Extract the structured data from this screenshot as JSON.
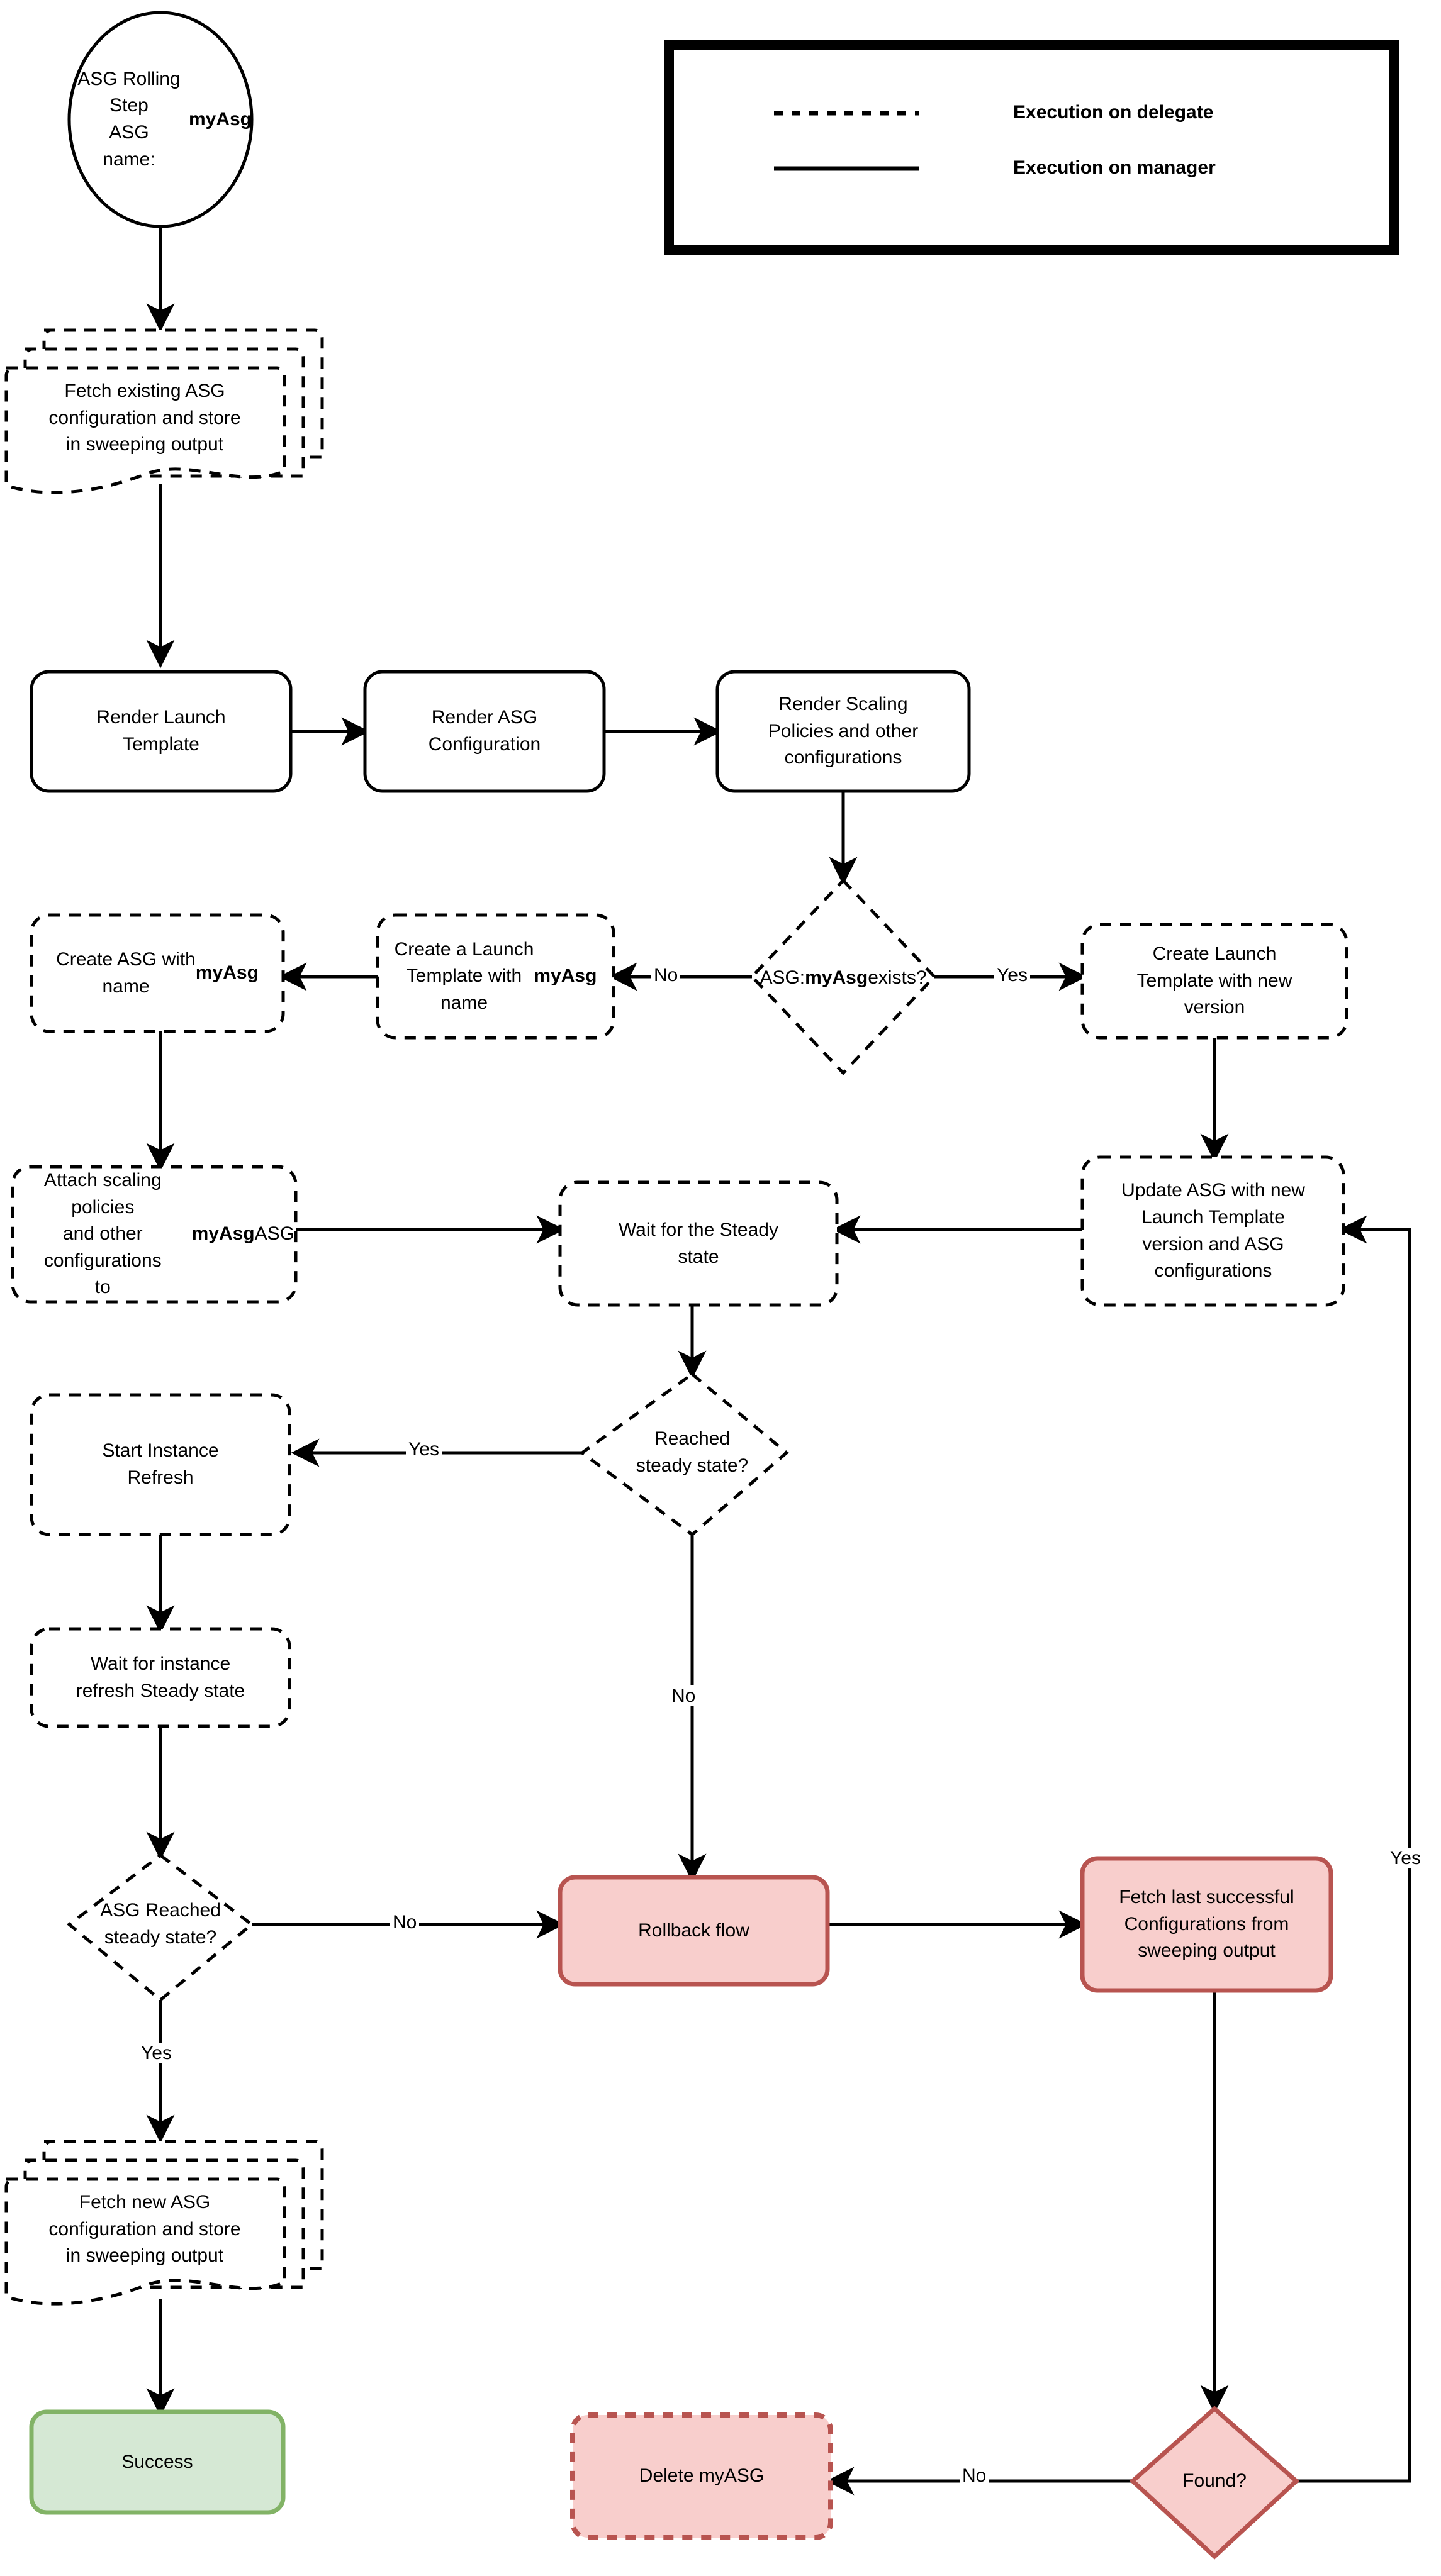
{
  "diagram": {
    "title": "ASG Rolling Step flowchart",
    "colors": {
      "stroke": "#000000",
      "red_fill": "#f8cecc",
      "red_stroke": "#b85450",
      "green_fill": "#d5e8d4",
      "green_stroke": "#82b366",
      "background": "#ffffff"
    },
    "legend": {
      "items": [
        {
          "style": "dashed",
          "label": "Execution on delegate"
        },
        {
          "style": "solid",
          "label": "Execution on manager"
        }
      ]
    },
    "nodes": [
      {
        "id": "start",
        "shape": "ellipse",
        "line": "solid",
        "fill": "none",
        "text": "ASG Rolling Step\nASG\nname: myAsg",
        "bold_part": "myAsg"
      },
      {
        "id": "fetch-existing",
        "shape": "multi-document",
        "line": "dashed",
        "fill": "none",
        "text": "Fetch existing ASG\nconfiguration and store\nin sweeping output"
      },
      {
        "id": "render-launch",
        "shape": "rounded-rect",
        "line": "solid",
        "fill": "none",
        "text": "Render Launch\nTemplate"
      },
      {
        "id": "render-asg",
        "shape": "rounded-rect",
        "line": "solid",
        "fill": "none",
        "text": "Render ASG\nConfiguration"
      },
      {
        "id": "render-scaling",
        "shape": "rounded-rect",
        "line": "solid",
        "fill": "none",
        "text": "Render Scaling\nPolicies and other\nconfigurations"
      },
      {
        "id": "asg-exists",
        "shape": "diamond",
        "line": "dashed",
        "fill": "none",
        "text": "ASG:\nmyAsg exists?",
        "bold_part": "myAsg"
      },
      {
        "id": "create-lt-new",
        "shape": "rounded-rect",
        "line": "dashed",
        "fill": "none",
        "text": "Create Launch\nTemplate with new\nversion"
      },
      {
        "id": "create-lt-name",
        "shape": "rounded-rect",
        "line": "dashed",
        "fill": "none",
        "text": "Create a Launch\nTemplate with\nname myAsg",
        "bold_part": "myAsg"
      },
      {
        "id": "create-asg",
        "shape": "rounded-rect",
        "line": "dashed",
        "fill": "none",
        "text": "Create ASG with\nname myAsg",
        "bold_part": "myAsg"
      },
      {
        "id": "attach-policies",
        "shape": "rounded-rect",
        "line": "dashed",
        "fill": "none",
        "text": "Attach scaling policies\nand other configurations\nto myAsg ASG",
        "bold_part": "myAsg"
      },
      {
        "id": "wait-steady",
        "shape": "rounded-rect",
        "line": "dashed",
        "fill": "none",
        "text": "Wait for the Steady\nstate"
      },
      {
        "id": "update-asg",
        "shape": "rounded-rect",
        "line": "dashed",
        "fill": "none",
        "text": "Update ASG with new\nLaunch Template\nversion and ASG\nconfigurations"
      },
      {
        "id": "reached-steady",
        "shape": "diamond",
        "line": "dashed",
        "fill": "none",
        "text": "Reached\nsteady state?"
      },
      {
        "id": "start-refresh",
        "shape": "rounded-rect",
        "line": "dashed",
        "fill": "none",
        "text": "Start Instance\nRefresh"
      },
      {
        "id": "wait-refresh",
        "shape": "rounded-rect",
        "line": "dashed",
        "fill": "none",
        "text": "Wait for instance\nrefresh Steady state"
      },
      {
        "id": "asg-reached",
        "shape": "diamond",
        "line": "dashed",
        "fill": "none",
        "text": "ASG Reached\nsteady state?"
      },
      {
        "id": "rollback",
        "shape": "rounded-rect",
        "line": "solid",
        "fill": "red",
        "text": "Rollback flow"
      },
      {
        "id": "fetch-last",
        "shape": "rounded-rect",
        "line": "solid",
        "fill": "red",
        "text": "Fetch last successful\nConfigurations from\nsweeping output"
      },
      {
        "id": "fetch-new",
        "shape": "multi-document",
        "line": "dashed",
        "fill": "none",
        "text": "Fetch new ASG\nconfiguration and store\nin sweeping output"
      },
      {
        "id": "success",
        "shape": "rounded-rect",
        "line": "solid",
        "fill": "green",
        "text": "Success"
      },
      {
        "id": "delete-myasg",
        "shape": "rounded-rect",
        "line": "dashed",
        "fill": "red",
        "text": "Delete myASG"
      },
      {
        "id": "found",
        "shape": "diamond",
        "line": "solid",
        "fill": "red",
        "text": "Found?"
      }
    ],
    "edge_labels": [
      {
        "id": "no-1",
        "text": "No",
        "from": "asg-exists",
        "to": "create-lt-name"
      },
      {
        "id": "yes-1",
        "text": "Yes",
        "from": "asg-exists",
        "to": "create-lt-new"
      },
      {
        "id": "yes-2",
        "text": "Yes",
        "from": "reached-steady",
        "to": "start-refresh"
      },
      {
        "id": "no-2",
        "text": "No",
        "from": "reached-steady",
        "to": "rollback"
      },
      {
        "id": "no-3",
        "text": "No",
        "from": "asg-reached",
        "to": "rollback"
      },
      {
        "id": "yes-3",
        "text": "Yes",
        "from": "asg-reached",
        "to": "fetch-new"
      },
      {
        "id": "yes-4",
        "text": "Yes",
        "from": "found",
        "to": "update-asg"
      },
      {
        "id": "no-4",
        "text": "No",
        "from": "found",
        "to": "delete-myasg"
      }
    ]
  }
}
